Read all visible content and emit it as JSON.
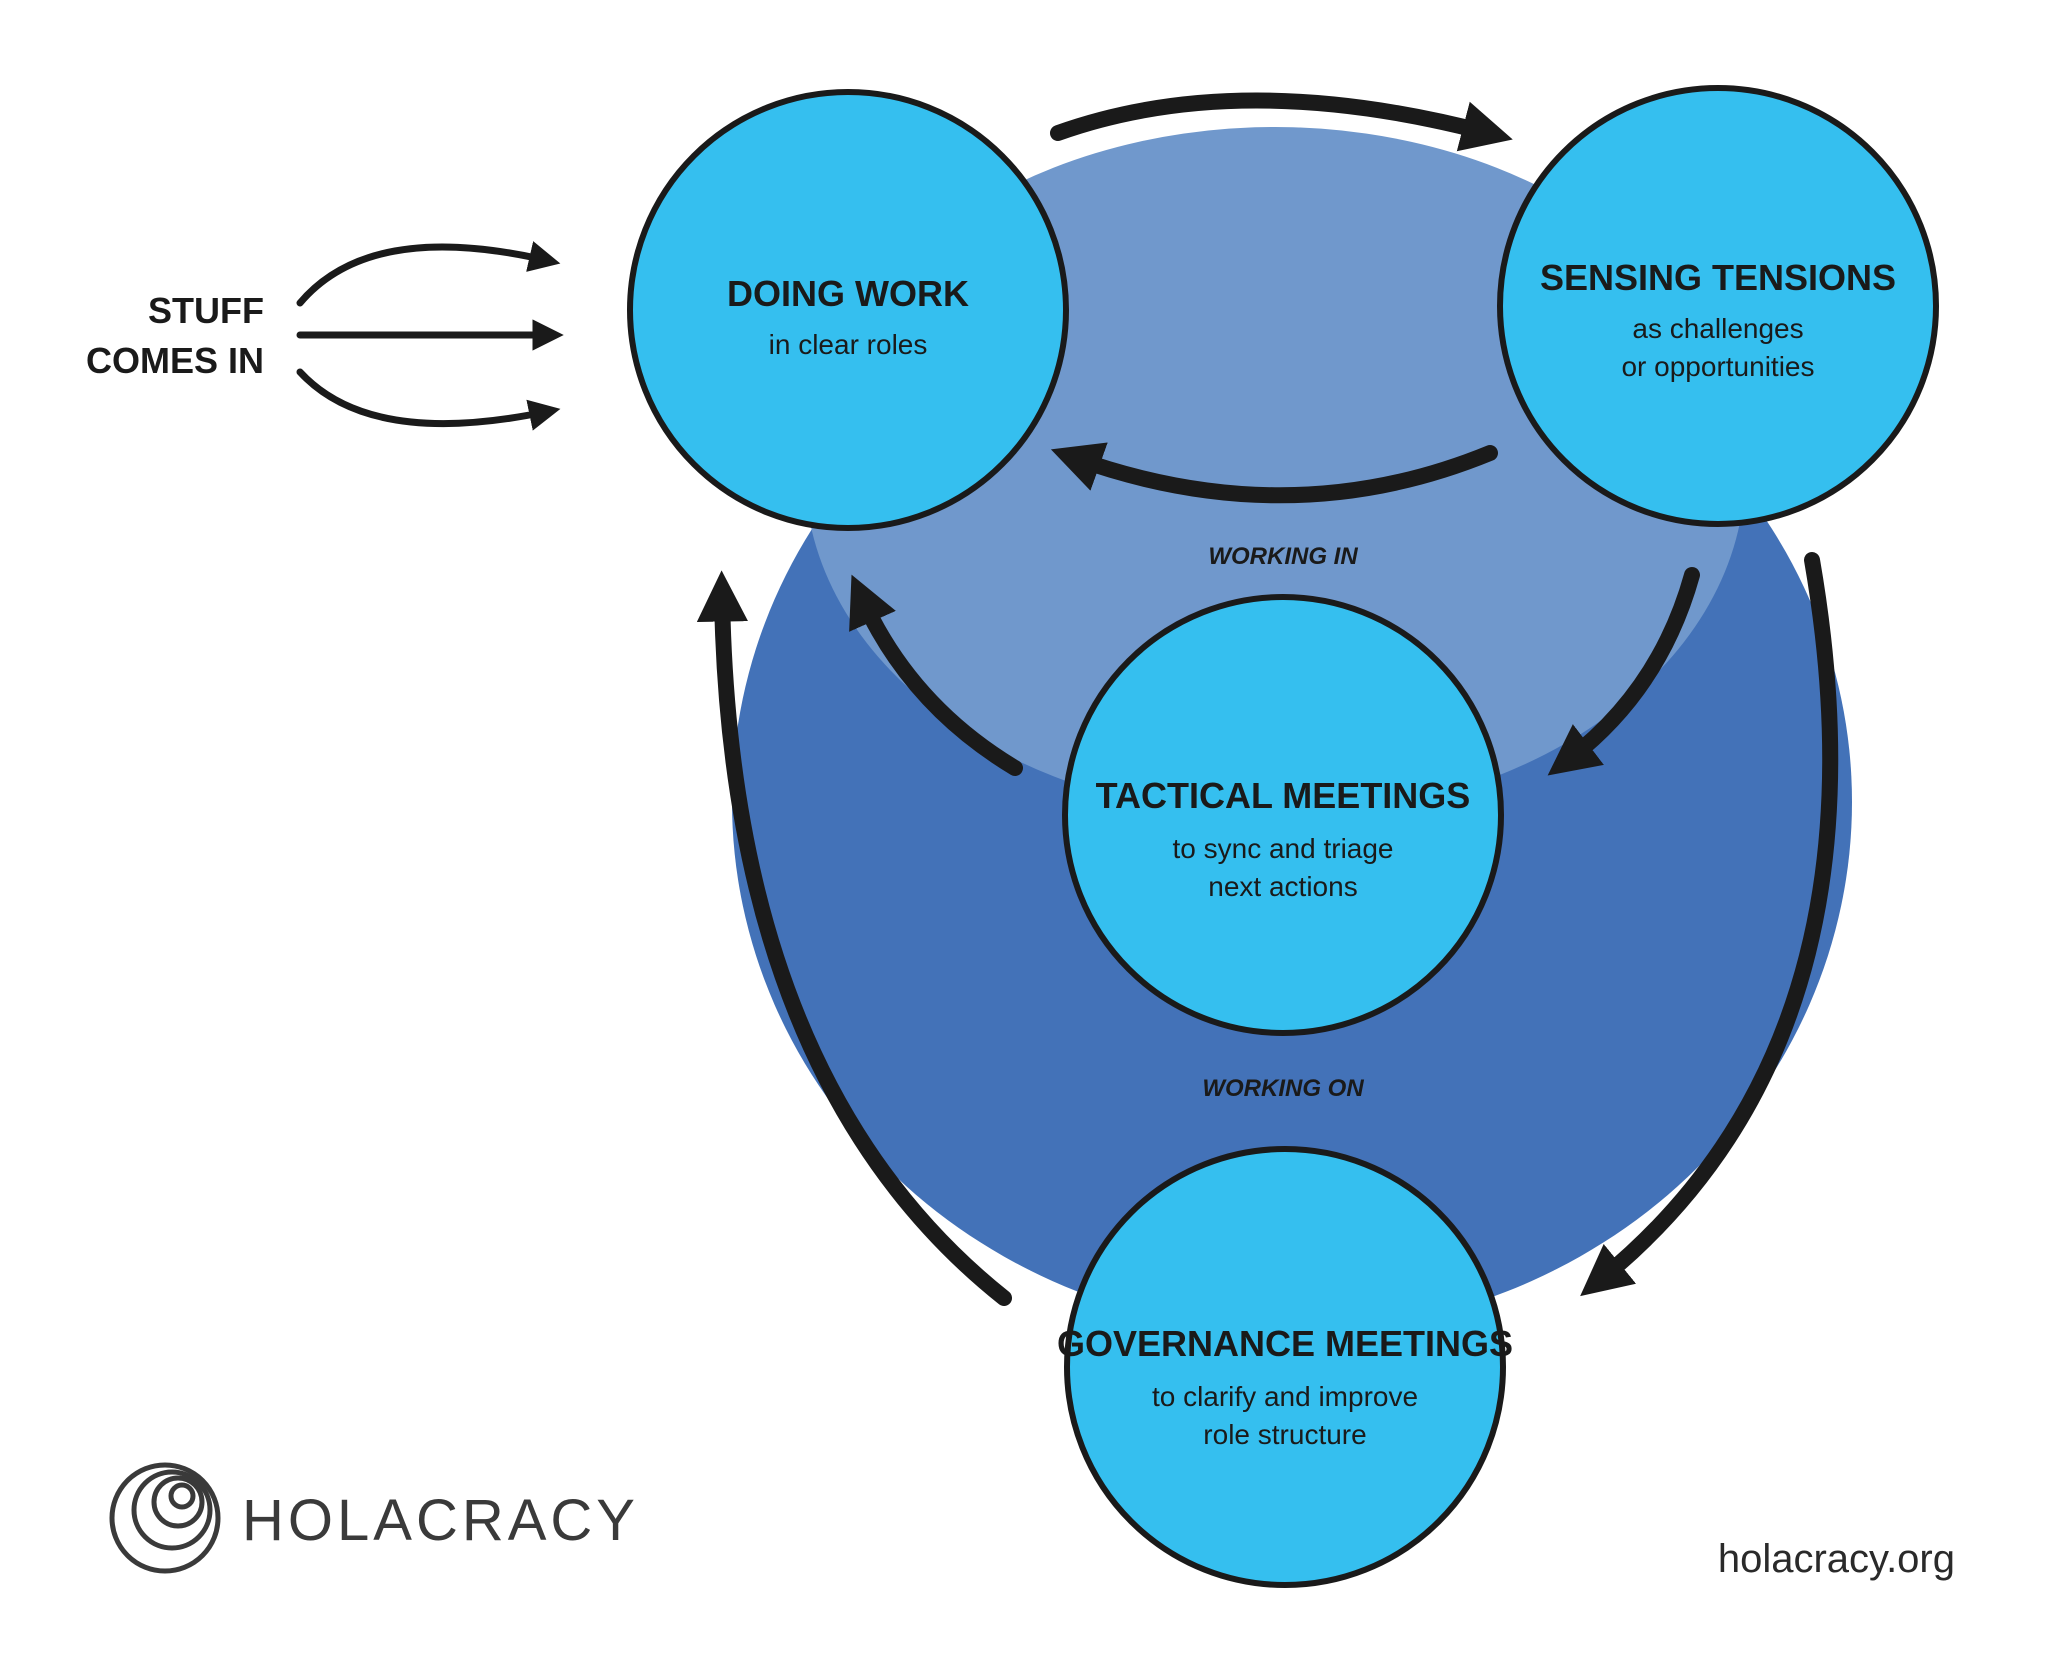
{
  "input": {
    "line1": "STUFF",
    "line2": "COMES IN"
  },
  "nodes": {
    "doing_work": {
      "title": "DOING WORK",
      "sub1": "in clear roles"
    },
    "sensing_tensions": {
      "title": "SENSING TENSIONS",
      "sub1": "as challenges",
      "sub2": "or opportunities"
    },
    "tactical_meetings": {
      "title": "TACTICAL MEETINGS",
      "sub1": "to sync and triage",
      "sub2": "next actions"
    },
    "governance_meetings": {
      "title": "GOVERNANCE MEETINGS",
      "sub1": "to clarify and improve",
      "sub2": "role structure"
    }
  },
  "zones": {
    "working_in": "WORKING IN",
    "working_on": "WORKING ON"
  },
  "brand": {
    "logo_text": "HOLACRACY",
    "url": "holacracy.org"
  },
  "colors": {
    "node_fill": "#35bfef",
    "inner_zone": "#7098cc",
    "outer_zone": "#4372b8",
    "stroke": "#1a1a1a"
  }
}
